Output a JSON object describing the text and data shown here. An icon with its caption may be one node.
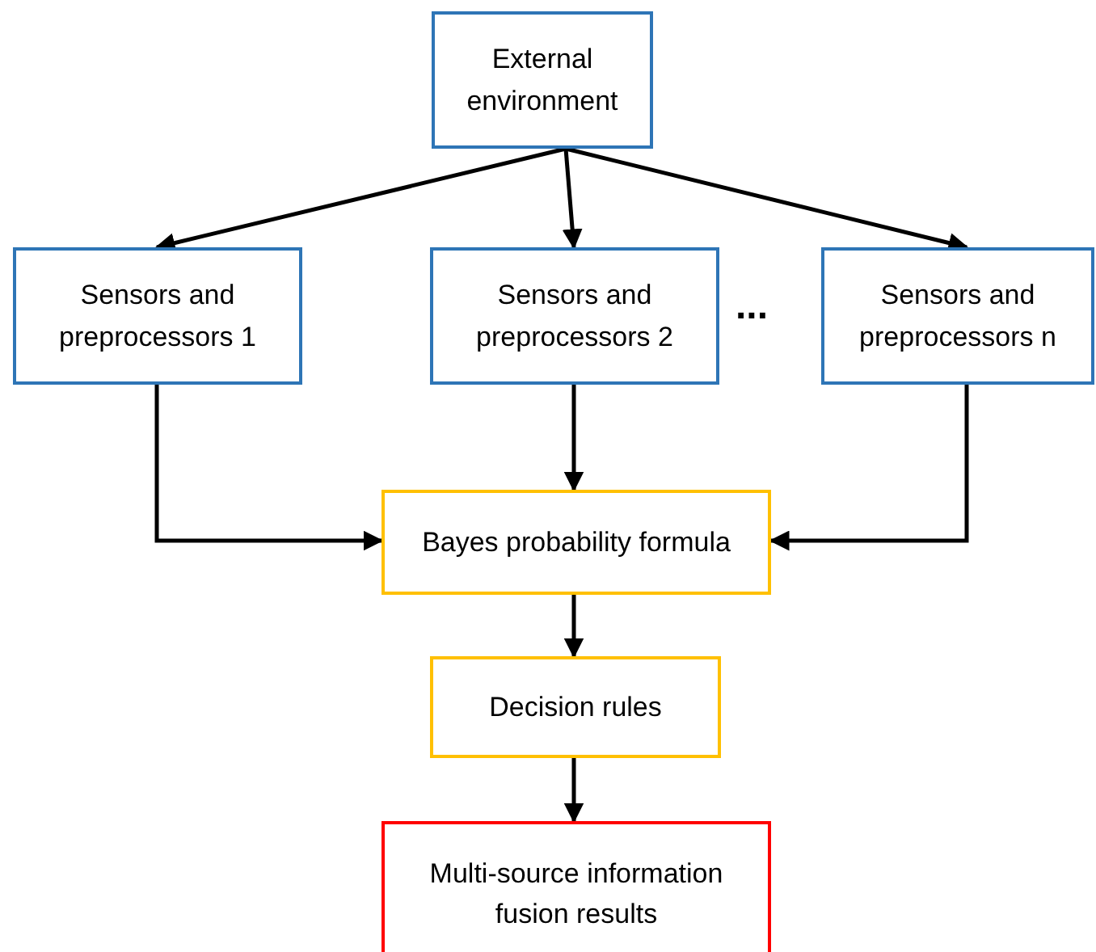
{
  "diagram": {
    "nodes": [
      {
        "text": [
          "External environment"
        ]
      },
      {
        "text": [
          "Sensors and preprocessors 1"
        ]
      },
      {
        "text": [
          "Sensors and preprocessors 2"
        ]
      },
      {
        "text": [
          "Sensors and preprocessors n"
        ]
      },
      {
        "text": [
          "Bayes probability formula"
        ]
      },
      {
        "text": [
          "Decision rules"
        ]
      },
      {
        "text": [
          "Multi-source information fusion results"
        ]
      }
    ],
    "edges": [
      {
        "from": 0,
        "to": 1,
        "arrow": "to"
      },
      {
        "from": 0,
        "to": 2,
        "arrow": "to"
      },
      {
        "from": 0,
        "to": 3,
        "arrow": "to"
      },
      {
        "from": 1,
        "to": 4,
        "arrow": "to"
      },
      {
        "from": 2,
        "to": 4,
        "arrow": "to"
      },
      {
        "from": 3,
        "to": 4,
        "arrow": "to"
      },
      {
        "from": 4,
        "to": 5,
        "arrow": "to"
      },
      {
        "from": 5,
        "to": 6,
        "arrow": "to"
      }
    ],
    "labels": [
      "..."
    ]
  }
}
